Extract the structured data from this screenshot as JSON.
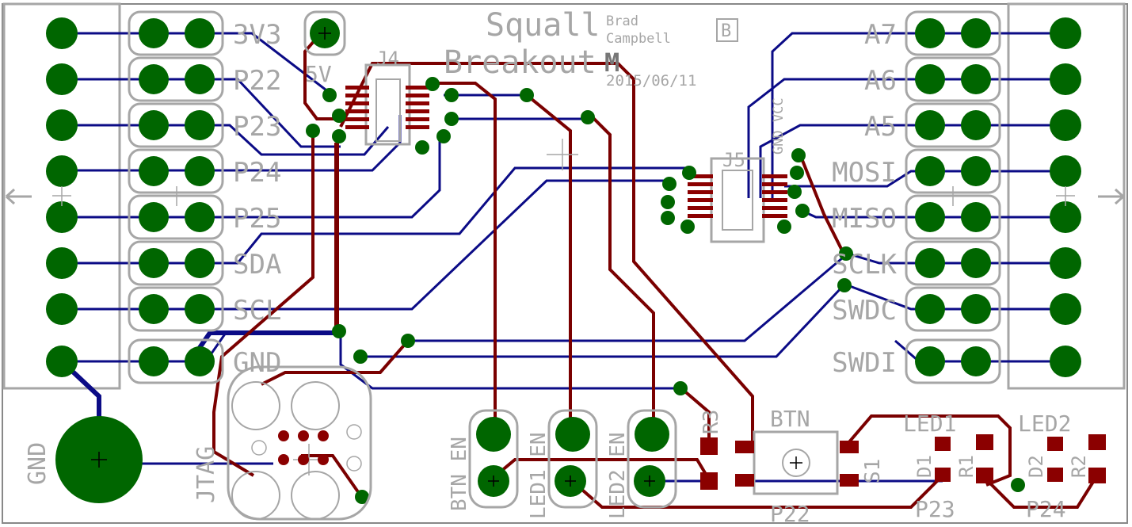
{
  "board": {
    "title": "Squall",
    "subtitle": "Breakout",
    "author_first": "Brad",
    "author_last": "Campbell",
    "date": "2015/06/11",
    "layer_marker": "B",
    "logo_letter": "M"
  },
  "left_header": [
    "3V3",
    "P22",
    "P23",
    "P24",
    "P25",
    "SDA",
    "SCL",
    "GND"
  ],
  "right_header": [
    "A7",
    "A6",
    "A5",
    "MOSI",
    "MISO",
    "SCLK",
    "SWDC",
    "SWDI"
  ],
  "parts": {
    "j4": "J4",
    "j5": "J5",
    "five_v": "5V",
    "gnd_vcc": "GND VCC",
    "gnd_pad": "GND",
    "jtag": "JTAG",
    "btn_en": "BTN EN",
    "led1_en": "LED1 EN",
    "led2_en": "LED2 EN",
    "r3": "R3",
    "btn": "BTN",
    "s1": "S1",
    "p22": "P22",
    "led1": "LED1",
    "d1": "D1",
    "r1": "R1",
    "p23": "P23",
    "led2": "LED2",
    "d2": "D2",
    "r2": "R2",
    "p24": "P24"
  },
  "colors": {
    "pad": "#006600",
    "top_copper": "#0b0b86",
    "bottom_copper": "#7a0000",
    "silkscreen": "#a6a6a6"
  }
}
